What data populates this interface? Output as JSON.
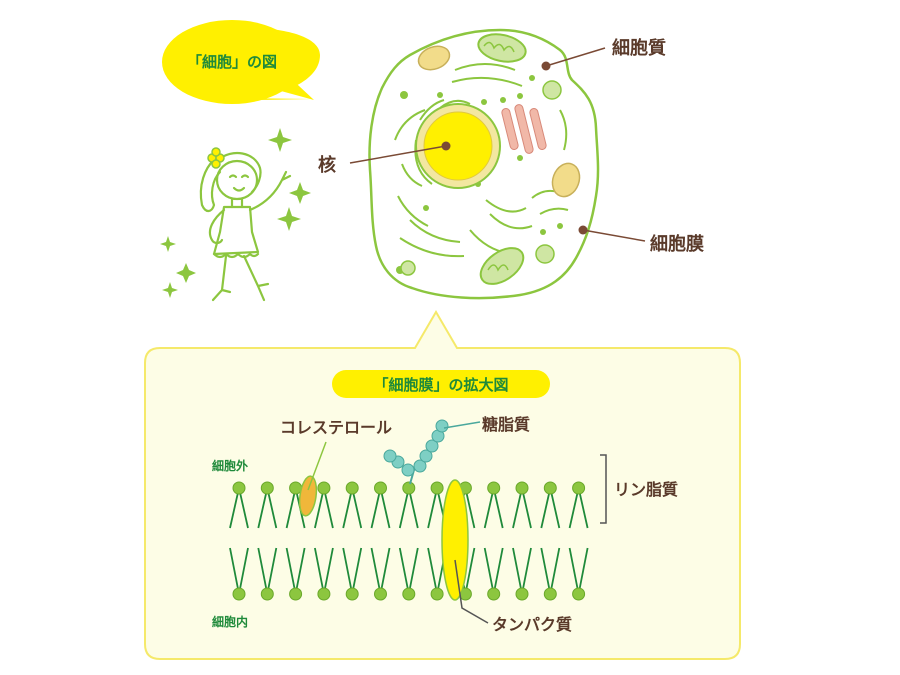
{
  "cell": {
    "title": "「細胞」の図",
    "labels": {
      "cytoplasm": "細胞質",
      "nucleus": "核",
      "cell_membrane": "細胞膜"
    }
  },
  "membrane": {
    "title": "「細胞膜」の拡大図",
    "labels": {
      "cholesterol": "コレステロール",
      "glycolipid": "糖脂質",
      "phospholipid": "リン脂質",
      "outside": "細胞外",
      "inside": "細胞内",
      "protein": "タンパク質"
    }
  },
  "colors": {
    "line_green": "#8cc63f",
    "dark_green": "#1f8a3a",
    "yellow": "#fff000",
    "panel_fill": "#fdfde6",
    "panel_border": "#f5e96a",
    "label_brown": "#5a3a2a",
    "dot_brown": "#7a4a35",
    "teal": "#7ecfc4"
  }
}
